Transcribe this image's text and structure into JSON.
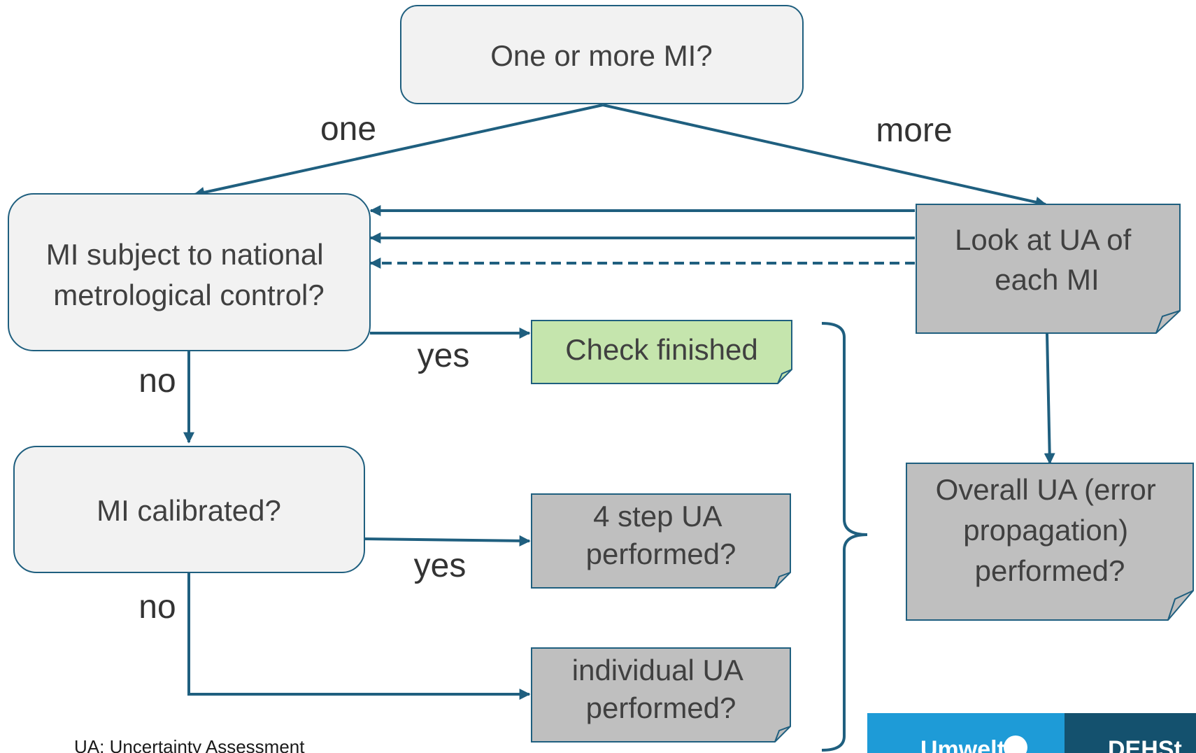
{
  "nodes": {
    "q_one_or_more": "One or more MI?",
    "q_national_control": [
      "MI subject to national",
      "metrological control?"
    ],
    "q_calibrated": "MI calibrated?",
    "check_finished": "Check finished",
    "four_step": [
      "4 step UA",
      "performed?"
    ],
    "individual": [
      "individual UA",
      "performed?"
    ],
    "look_each": [
      "Look at UA of",
      "each MI"
    ],
    "overall": [
      "Overall UA (error",
      "propagation)",
      "performed?"
    ]
  },
  "edge_labels": {
    "one": "one",
    "more": "more",
    "yes_1": "yes",
    "no_1": "no",
    "yes_2": "yes",
    "no_2": "no"
  },
  "footnote": "UA: Uncertainty Assessment",
  "logos": {
    "left": "Umwelt",
    "right": "DEHSt"
  },
  "colors": {
    "arrow": "#1f5f7f",
    "rounded_fill": "#f2f2f2",
    "gray_note": "#bfbfbf",
    "green_note": "#c5e5ad",
    "logo_left_bg": "#1e9bd7",
    "logo_right_bg": "#14516e"
  }
}
